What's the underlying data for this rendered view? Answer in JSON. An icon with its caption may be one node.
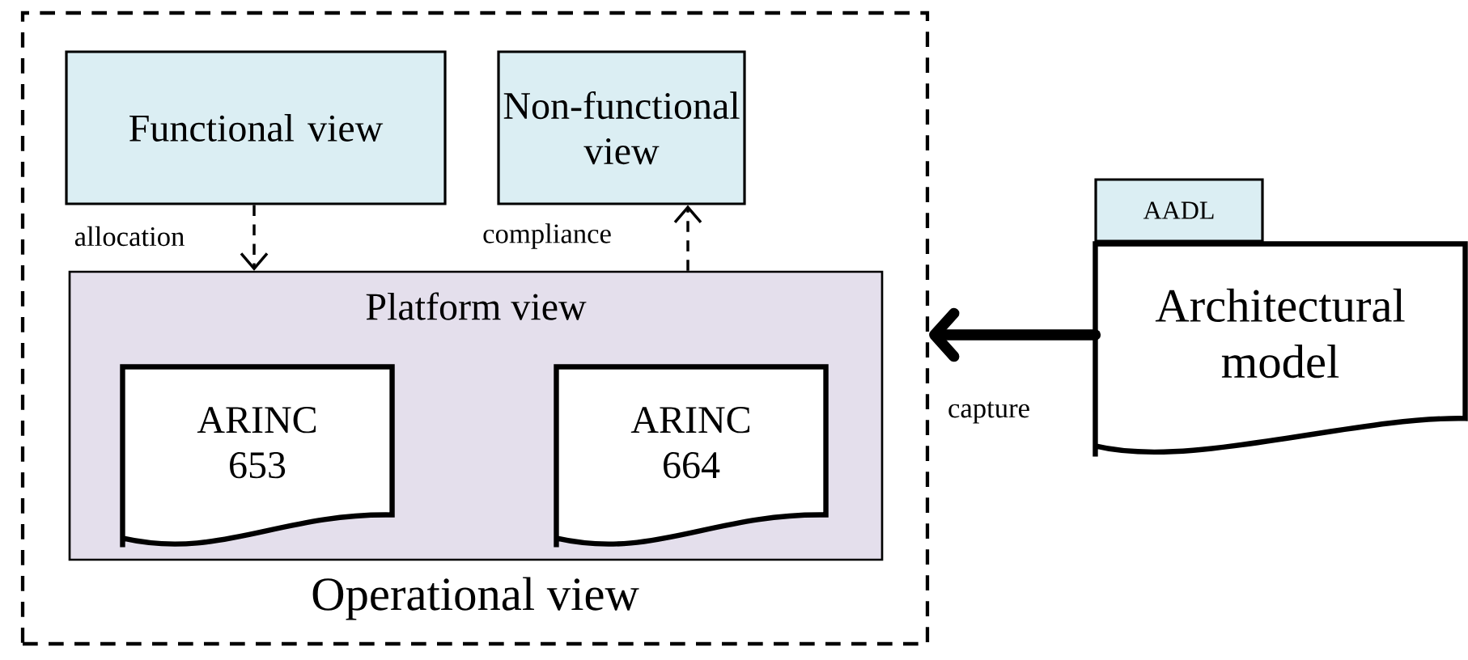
{
  "diagram": {
    "nodes": [
      {
        "text": [
          "Operational view"
        ]
      },
      {
        "text": [
          "Functional view"
        ],
        "in": 0
      },
      {
        "text": [
          "Non-functional view"
        ],
        "in": 0
      },
      {
        "text": [
          "Platform view"
        ],
        "in": 0
      },
      {
        "text": [
          "ARINC 653"
        ],
        "in": 3
      },
      {
        "text": [
          "ARINC 664"
        ],
        "in": 3
      },
      {
        "text": [
          "Architectural model"
        ]
      },
      {
        "text": [
          "AADL"
        ]
      }
    ],
    "edges": [
      {
        "from": 1,
        "to": 3,
        "arrow": "to",
        "label": "allocation",
        "style": "dashed"
      },
      {
        "from": 3,
        "to": 2,
        "arrow": "to",
        "label": "compliance",
        "style": "dashed"
      },
      {
        "from": 6,
        "to": 0,
        "arrow": "to",
        "label": "capture",
        "style": "thick"
      }
    ]
  }
}
